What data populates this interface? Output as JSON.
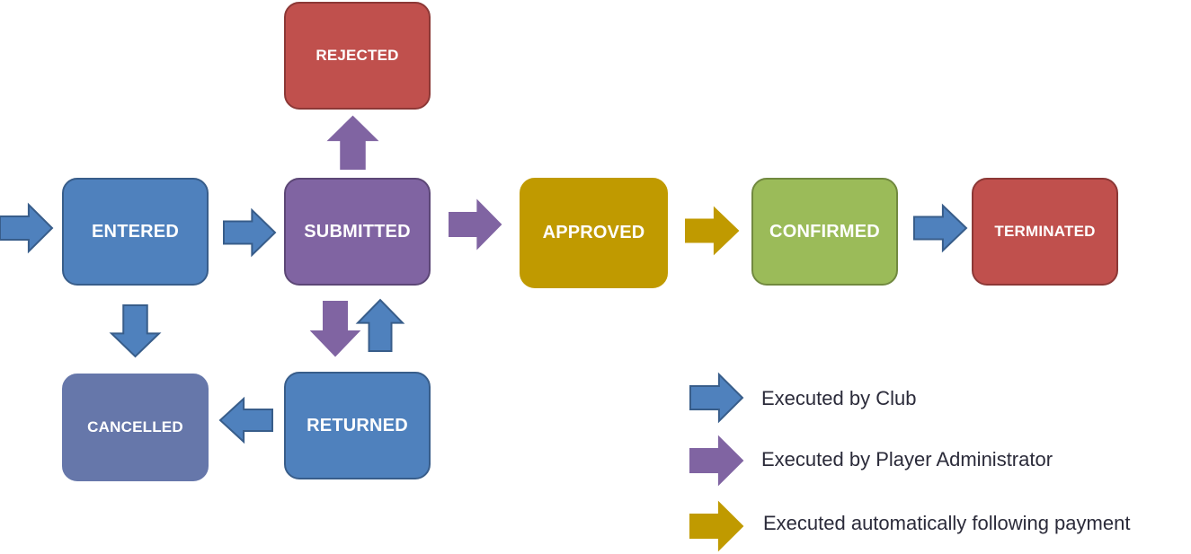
{
  "colors": {
    "club_arrow": "#4f81bd",
    "club_arrow_stroke": "#385d8a",
    "admin_arrow": "#8064a2",
    "auto_arrow": "#c09a00",
    "blue_box": "#4f81bd",
    "blue_box_border": "#385d8a",
    "purple_box": "#8064a2",
    "purple_box_border": "#5c4776",
    "red_box": "#c0504d",
    "red_box_border": "#8c3836",
    "gold_box": "#c09a00",
    "green_box": "#9bbb59",
    "green_box_border": "#71893f",
    "slate_box": "#6677aa",
    "text_dark": "#2b2b3a"
  },
  "states": {
    "rejected": "REJECTED",
    "entered": "ENTERED",
    "submitted": "SUBMITTED",
    "approved": "APPROVED",
    "confirmed": "CONFIRMED",
    "terminated": "TERMINATED",
    "cancelled": "CANCELLED",
    "returned": "RETURNED"
  },
  "legend": {
    "club": "Executed by Club",
    "admin": "Executed by Player Administrator",
    "auto": "Executed automatically following payment"
  },
  "transitions": [
    {
      "from": "start",
      "to": "entered",
      "actor": "club"
    },
    {
      "from": "entered",
      "to": "submitted",
      "actor": "club"
    },
    {
      "from": "entered",
      "to": "cancelled",
      "actor": "club"
    },
    {
      "from": "submitted",
      "to": "rejected",
      "actor": "admin"
    },
    {
      "from": "submitted",
      "to": "approved",
      "actor": "admin"
    },
    {
      "from": "submitted",
      "to": "returned",
      "actor": "admin"
    },
    {
      "from": "returned",
      "to": "submitted",
      "actor": "club"
    },
    {
      "from": "returned",
      "to": "cancelled",
      "actor": "club"
    },
    {
      "from": "approved",
      "to": "confirmed",
      "actor": "auto"
    },
    {
      "from": "confirmed",
      "to": "terminated",
      "actor": "club"
    }
  ]
}
